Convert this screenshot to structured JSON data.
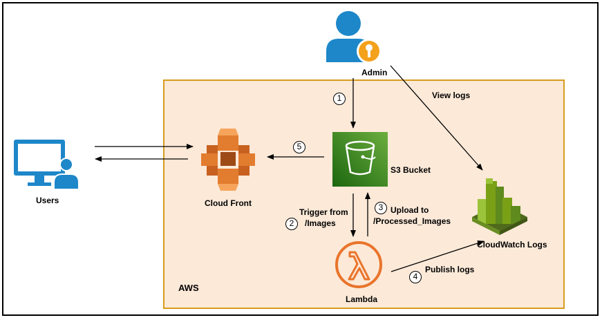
{
  "labels": {
    "admin": "Admin",
    "users": "Users",
    "cloudfront": "Cloud Front",
    "s3": "S3 Bucket",
    "lambda": "Lambda",
    "cloudwatch": "CloudWatch Logs",
    "aws": "AWS",
    "view_logs": "View logs",
    "trigger_line1": "Trigger from",
    "trigger_line2": "/Images",
    "upload_line1": "Upload to",
    "upload_line2": "/Processed_Images",
    "publish_logs": "Publish logs"
  },
  "steps": [
    "1",
    "2",
    "3",
    "4",
    "5"
  ],
  "colors": {
    "aws_box_fill": "#FCE9D8",
    "aws_box_border": "#D79B1F",
    "s3_green": "#3F8624",
    "lambda_orange": "#E9742B",
    "cloudfront_orange": "#E27C2E",
    "cloudwatch_green": "#7AA116",
    "user_blue": "#1D87C9",
    "key_badge": "#F4A11C"
  },
  "icons": {
    "admin": "admin-user-key-icon",
    "users": "computer-user-icon",
    "cloudfront": "cloudfront-icon",
    "s3": "s3-bucket-icon",
    "lambda": "lambda-icon",
    "cloudwatch": "cloudwatch-icon"
  }
}
